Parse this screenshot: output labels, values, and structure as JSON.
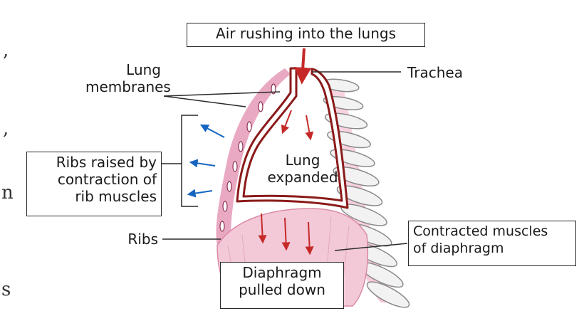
{
  "labels": {
    "air_rushing": "Air rushing into the lungs",
    "trachea": "Trachea",
    "lung_membranes_1": "Lung",
    "lung_membranes_2": "membranes",
    "ribs_raised_1": "Ribs raised by",
    "ribs_raised_2": "contraction of",
    "ribs_raised_3": "rib muscles",
    "lung_expanded_1": "Lung",
    "lung_expanded_2": "expanded",
    "ribs": "Ribs",
    "contracted_1": "Contracted muscles",
    "contracted_2": "of diaphragm",
    "diaphragm_1": "Diaphragm",
    "diaphragm_2": "pulled down"
  },
  "edge_fragments": [
    ",",
    ",",
    "n",
    "s"
  ],
  "colors": {
    "lung_outline": "#8b1a1a",
    "air_arrow": "#c62828",
    "rib_arrow": "#1565c0",
    "rib_tissue": "#e8a0bc",
    "vertebra": "#f2f2f2",
    "diaphragm": "#f3c9d8"
  }
}
